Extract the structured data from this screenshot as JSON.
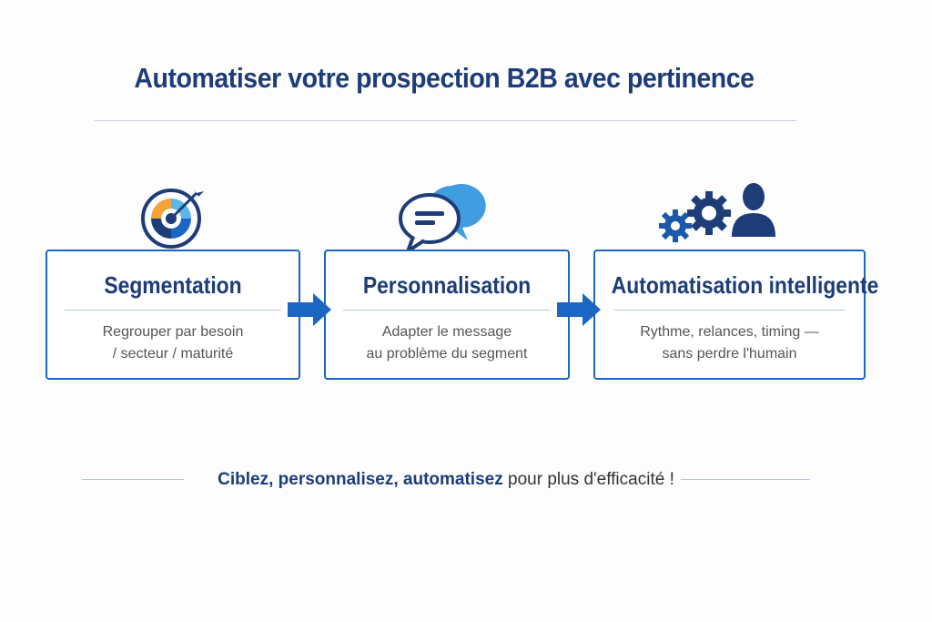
{
  "title": "Automatiser votre prospection B2B avec pertinence",
  "steps": [
    {
      "title": "Segmentation",
      "line1": "Regrouper par besoin",
      "line2": "/ secteur / maturité",
      "icon": "target-icon"
    },
    {
      "title": "Personnalisation",
      "line1": "Adapter le message",
      "line2": "au problème du segment",
      "icon": "chat-bubbles-icon"
    },
    {
      "title": "Automatisation intelligente",
      "line1": "Rythme, relances, timing —",
      "line2": "sans perdre l'humain",
      "icon": "gears-person-icon"
    }
  ],
  "tagline": {
    "bold": "Ciblez, personnalisez, automatisez",
    "rest": " pour plus d'efficacité !"
  },
  "colors": {
    "navy": "#1d3c78",
    "blue": "#1a66c2",
    "light_blue": "#3f9de0",
    "orange": "#f2a33a"
  }
}
